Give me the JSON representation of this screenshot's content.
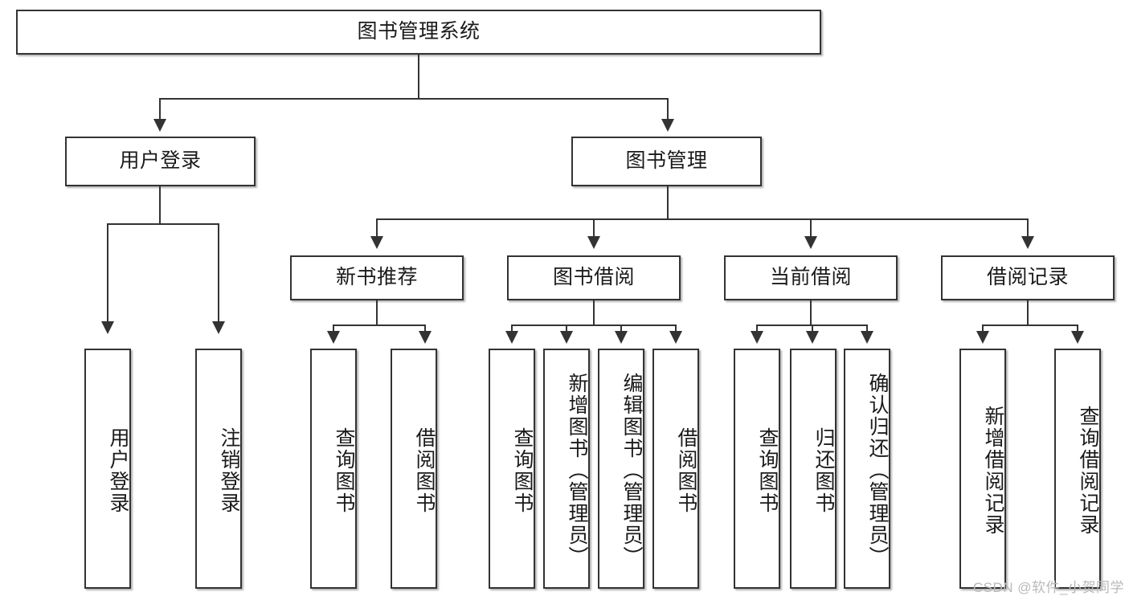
{
  "diagram": {
    "title": "图书管理系统",
    "type": "tree-hierarchy",
    "root": {
      "label": "图书管理系统"
    },
    "level2": [
      {
        "label": "用户登录"
      },
      {
        "label": "图书管理"
      }
    ],
    "level3": [
      {
        "label": "新书推荐"
      },
      {
        "label": "图书借阅"
      },
      {
        "label": "当前借阅"
      },
      {
        "label": "借阅记录"
      }
    ],
    "leaves": {
      "user_login": [
        {
          "label": "用户登录"
        },
        {
          "label": "注销登录"
        }
      ],
      "new_book_recommend": [
        {
          "label": "查询图书"
        },
        {
          "label": "借阅图书"
        }
      ],
      "book_borrow": [
        {
          "label": "查询图书"
        },
        {
          "label": "新增图书（管理员）"
        },
        {
          "label": "编辑图书（管理员）"
        },
        {
          "label": "借阅图书"
        }
      ],
      "current_borrow": [
        {
          "label": "查询图书"
        },
        {
          "label": "归还图书"
        },
        {
          "label": "确认归还（管理员）"
        }
      ],
      "borrow_record": [
        {
          "label": "新增借阅记录"
        },
        {
          "label": "查询借阅记录"
        }
      ]
    }
  },
  "watermark": {
    "text": "CSDN @软件_小贺同学"
  },
  "colors": {
    "border": "#333333",
    "text": "#1a1a1a",
    "background": "#ffffff",
    "watermark": "#b9b9b9"
  }
}
